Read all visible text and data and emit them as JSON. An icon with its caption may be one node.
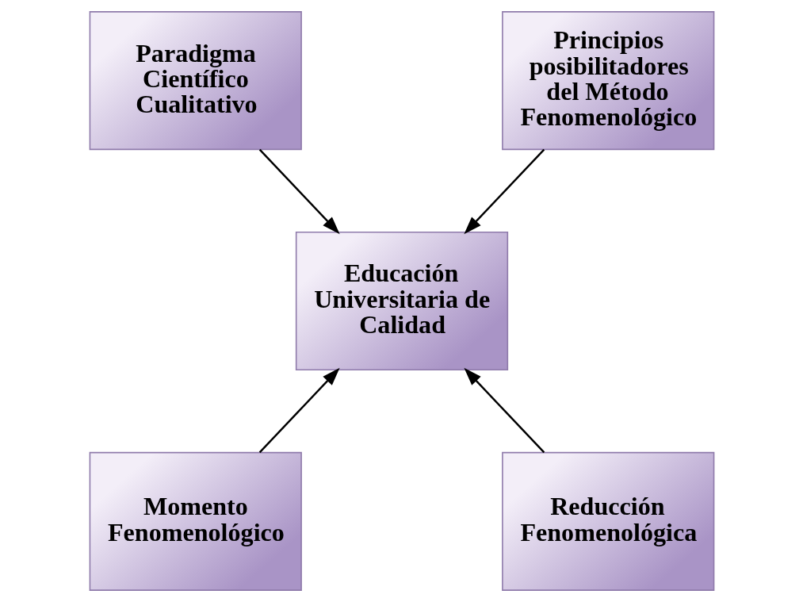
{
  "diagram": {
    "nodes": [
      {
        "text": [
          "Paradigma Científico Cualitativo"
        ]
      },
      {
        "text": [
          "Principios posibilitadores del Método Fenomenológico"
        ]
      },
      {
        "text": [
          "Educación Universitaria de Calidad"
        ]
      },
      {
        "text": [
          "Momento Fenomenológico"
        ]
      },
      {
        "text": [
          "Reducción Fenomenológica"
        ]
      }
    ],
    "edges": [
      {
        "from": 0,
        "to": 2,
        "arrow": "to"
      },
      {
        "from": 1,
        "to": 2,
        "arrow": "to"
      },
      {
        "from": 3,
        "to": 2,
        "arrow": "to"
      },
      {
        "from": 4,
        "to": 2,
        "arrow": "to"
      }
    ]
  }
}
